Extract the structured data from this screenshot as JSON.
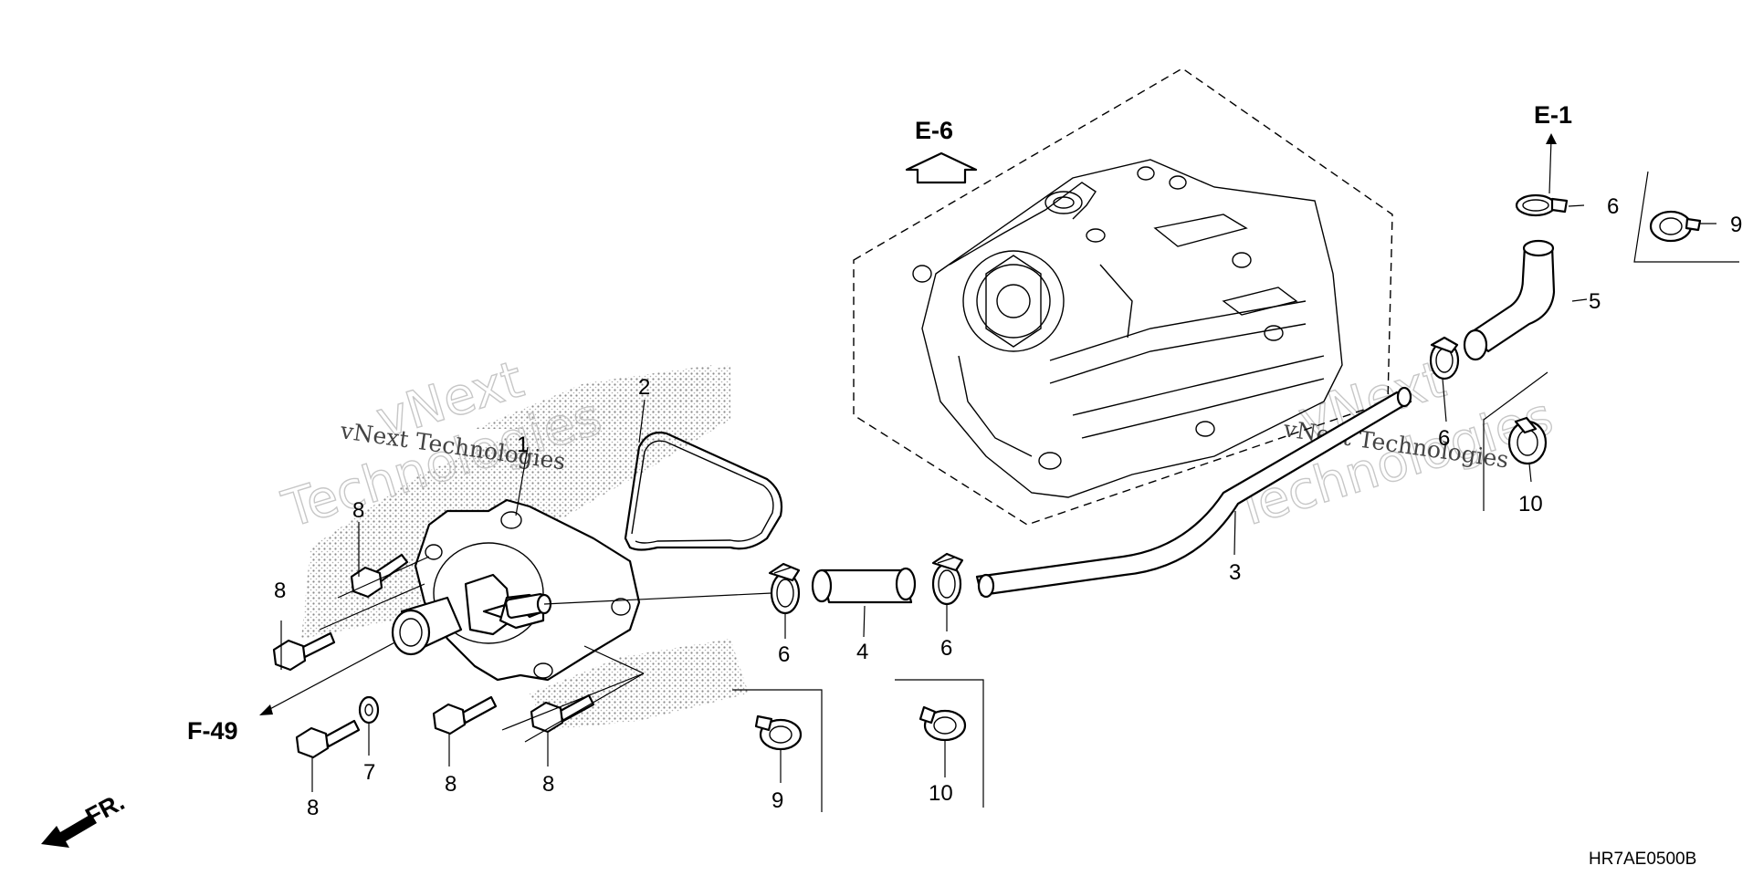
{
  "diagram": {
    "drawing_code": "HR7AE0500B",
    "references": {
      "e6": "E-6",
      "e1": "E-1",
      "f49": "F-49",
      "front": "FR."
    },
    "callouts": {
      "c1": "1",
      "c2": "2",
      "c3": "3",
      "c4": "4",
      "c5": "5",
      "c6a": "6",
      "c6b": "6",
      "c6c": "6",
      "c6d": "6",
      "c7": "7",
      "c8a": "8",
      "c8b": "8",
      "c8c": "8",
      "c8d": "8",
      "c8e": "8",
      "c9a": "9",
      "c9b": "9",
      "c10a": "10",
      "c10b": "10"
    },
    "watermark": {
      "brand_top": "vNext",
      "brand_bottom": "Technologies",
      "line": "vNext Technologies"
    }
  }
}
